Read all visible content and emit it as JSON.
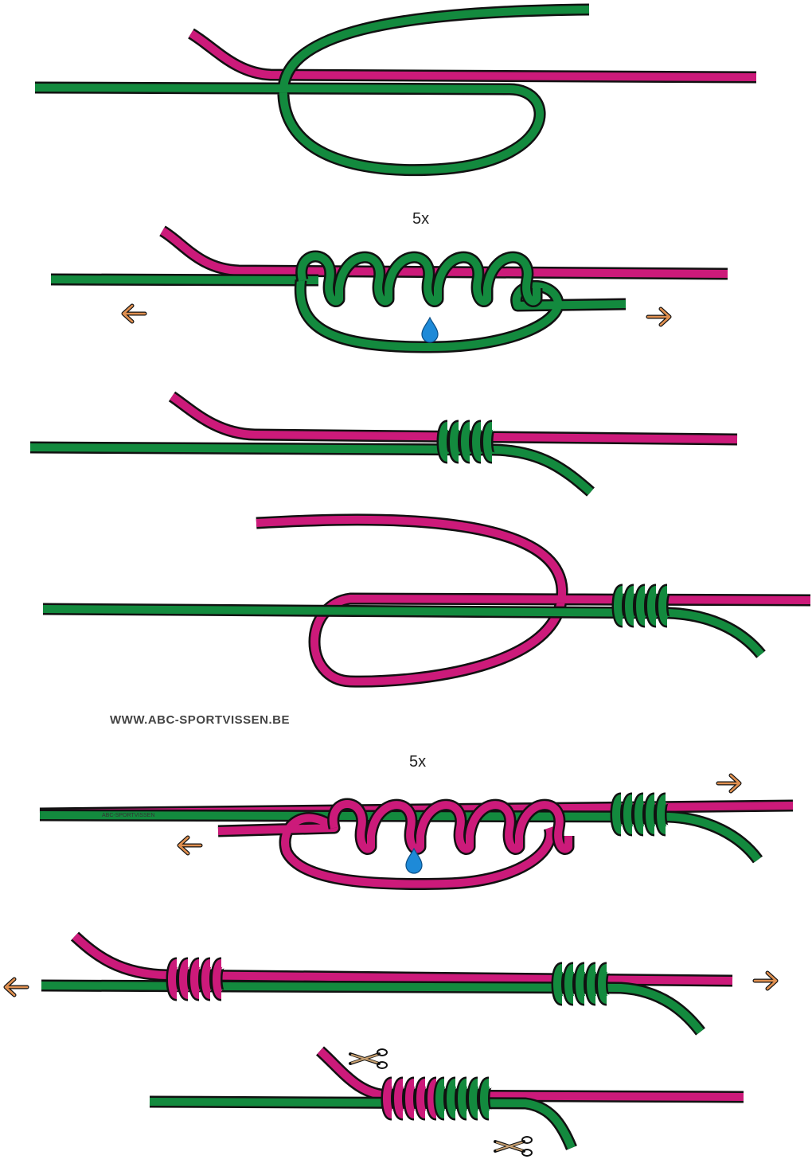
{
  "diagram": {
    "colors": {
      "green": "#138a3e",
      "pink": "#cc1a7a",
      "outline": "#111111",
      "drop": "#1e8ad8",
      "arrow": "#c87a3a"
    },
    "labels": {
      "turns_step2": "5x",
      "turns_step5": "5x",
      "website": "WWW.ABC-SPORTVISSEN.BE",
      "watermark": "ABC-SPORTVISSEN"
    },
    "icons": [
      "arrow-left-icon",
      "arrow-right-icon",
      "water-drop-icon",
      "scissors-icon"
    ]
  }
}
